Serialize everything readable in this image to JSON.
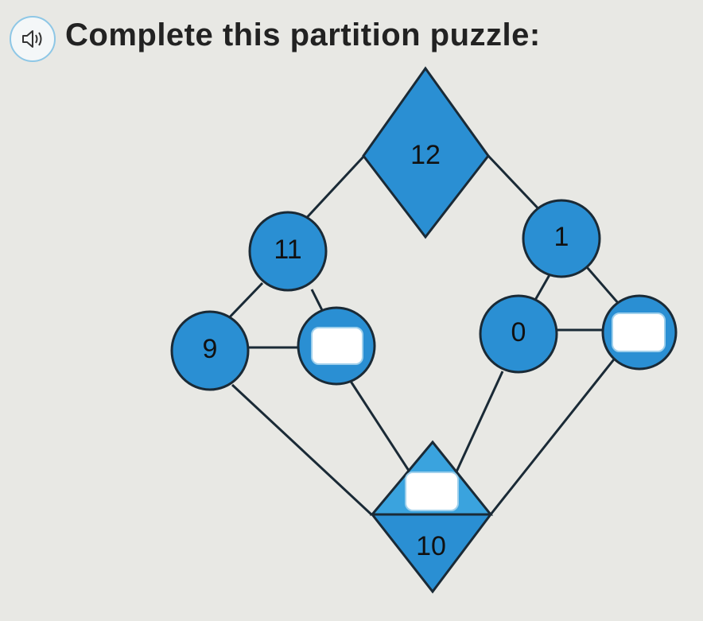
{
  "prompt": {
    "speaker_icon": "speaker-icon",
    "text": "Complete this partition puzzle:"
  },
  "puzzle": {
    "top_diamond": "12",
    "upper_left_circle": "11",
    "left_circle": "9",
    "center_input": "",
    "right_upper_circle": "1",
    "right_circle": "0",
    "right_input": "",
    "bottom_input": "",
    "bottom_diamond": "10"
  },
  "colors": {
    "fill": "#2a8fd3",
    "fill_light": "#3aa3de",
    "stroke": "#1a2a36",
    "input_bg": "#ffffff"
  }
}
